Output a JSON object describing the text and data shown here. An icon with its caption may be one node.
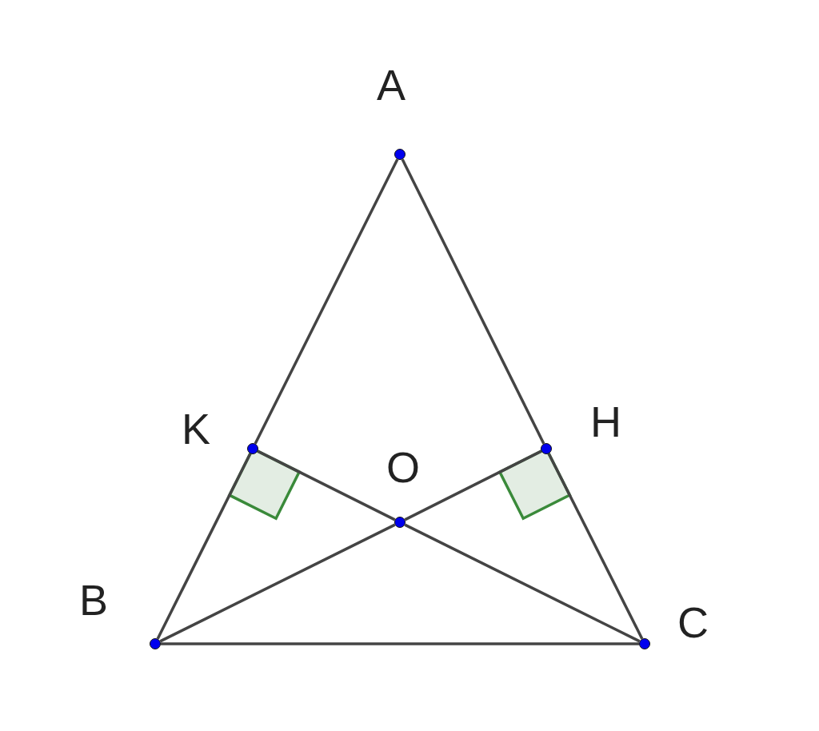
{
  "diagram": {
    "nodes": [
      {
        "text": [
          "A"
        ]
      },
      {
        "text": [
          "K"
        ]
      },
      {
        "text": [
          "H"
        ]
      },
      {
        "text": [
          "O"
        ]
      },
      {
        "text": [
          "B"
        ]
      },
      {
        "text": [
          "C"
        ]
      }
    ],
    "edges": [
      {
        "from": 0,
        "to": 1,
        "arrow": "none"
      },
      {
        "from": 0,
        "to": 2,
        "arrow": "none"
      },
      {
        "from": 1,
        "to": 4,
        "arrow": "none"
      },
      {
        "from": 2,
        "to": 5,
        "arrow": "none"
      },
      {
        "from": 4,
        "to": 5,
        "arrow": "none"
      },
      {
        "from": 1,
        "to": 3,
        "arrow": "none"
      },
      {
        "from": 3,
        "to": 5,
        "arrow": "none"
      },
      {
        "from": 4,
        "to": 3,
        "arrow": "none"
      },
      {
        "from": 3,
        "to": 2,
        "arrow": "none"
      }
    ]
  }
}
